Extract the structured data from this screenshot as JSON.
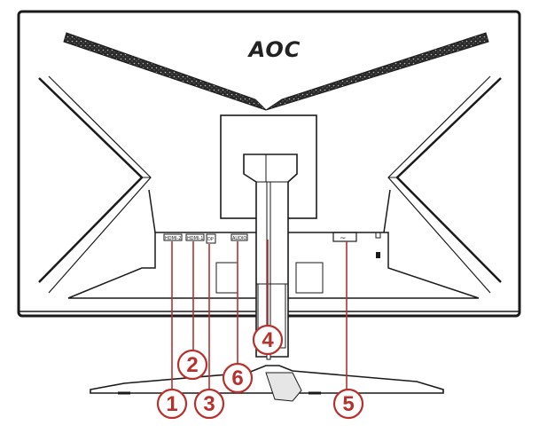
{
  "brand": {
    "logo_text": "AOC"
  },
  "ports": [
    {
      "number": "1",
      "label": "HDMI-2"
    },
    {
      "number": "2",
      "label": "HDMI-1"
    },
    {
      "number": "3",
      "label": "DP"
    },
    {
      "number": "4",
      "label": ""
    },
    {
      "number": "5",
      "label": "~"
    },
    {
      "number": "6",
      "label": "AUDIO"
    }
  ],
  "colors": {
    "callout": "#b7312c",
    "outline": "#1a1a1a",
    "background": "#ffffff"
  }
}
